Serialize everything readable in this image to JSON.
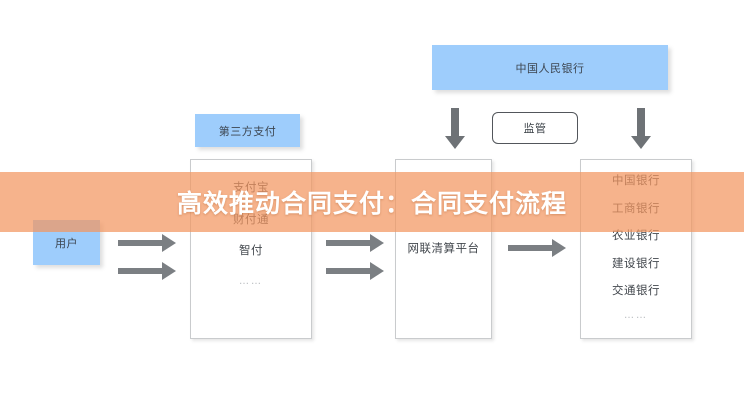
{
  "banner": {
    "title": "高效推动合同支付：合同支付流程",
    "color": "#f3965f",
    "text_color": "#ffffff"
  },
  "diagram": {
    "accent_blue": "#9ecdfc",
    "line_gray": "#c9cbcd",
    "arrow_gray": "#7b7f83",
    "nodes": {
      "central_bank": {
        "label": "中国人民银行",
        "type": "filled-box"
      },
      "supervision": {
        "label": "监管",
        "type": "rounded-pill"
      },
      "third_party_payment": {
        "label": "第三方支付",
        "type": "filled-box"
      },
      "user": {
        "label": "用户",
        "type": "filled-box"
      }
    },
    "columns": [
      {
        "name": "third-party-payment-column",
        "items": [
          "支付宝",
          "财付通",
          "智付",
          "……"
        ]
      },
      {
        "name": "clearing-platform-column",
        "items": [
          "网联清算平台"
        ]
      },
      {
        "name": "bank-column",
        "items": [
          "中国银行",
          "工商银行",
          "农业银行",
          "建设银行",
          "交通银行",
          "……"
        ]
      }
    ],
    "arrows": {
      "user_to_payment": [
        "arrow-right",
        "arrow-right"
      ],
      "payment_to_clearing": [
        "arrow-right",
        "arrow-right"
      ],
      "clearing_to_bank": [
        "arrow-right"
      ],
      "central_bank_down": [
        "arrow-down",
        "arrow-down"
      ]
    }
  }
}
